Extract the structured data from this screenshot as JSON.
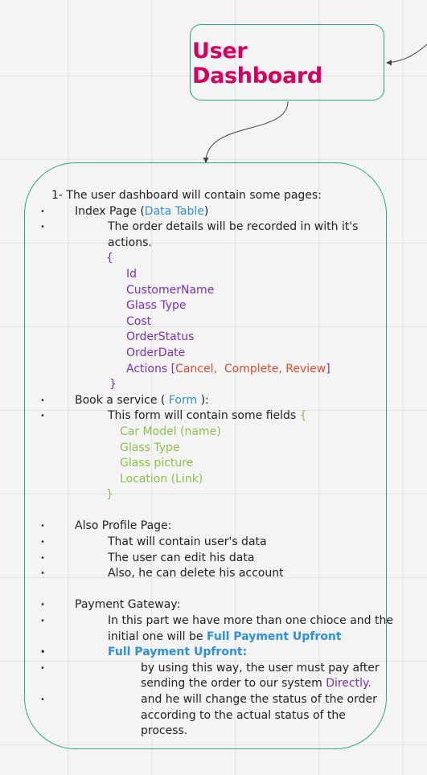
{
  "diagram": {
    "title": "User Dashboard",
    "intro": "1- The user dashboard will contain some pages:",
    "index_page": {
      "label_prefix": "Index Page (",
      "label_link": "Data Table",
      "label_suffix": ")",
      "detail_1": "The order details will be recorded in with it's",
      "detail_2": "actions.",
      "open_brace": "{",
      "fields": [
        "Id",
        "CustomerName",
        "Glass Type",
        "Cost",
        "OrderStatus",
        "OrderDate"
      ],
      "actions_prefix": "Actions [",
      "actions": [
        "Cancel",
        "Complete",
        "Review"
      ],
      "actions_suffix": "]",
      "close_brace": "}"
    },
    "book_service": {
      "label_prefix": "Book a service ( ",
      "label_link": "Form",
      "label_suffix": " ):",
      "detail": "This form will contain some fields ",
      "open_brace": "{",
      "fields": [
        "Car Model (name)",
        "Glass Type",
        "Glass picture",
        "Location (Link)"
      ],
      "close_brace": "}"
    },
    "profile_page": {
      "label": "Also Profile Page:",
      "items": [
        "That will contain user's data",
        "The user can edit his data",
        "Also, he can delete his account"
      ]
    },
    "payment": {
      "label": "Payment Gateway:",
      "detail_1": "In this part we have more than one chioce and the",
      "detail_2_prefix": "initial one will be ",
      "detail_2_bold": "Full Payment Upfront",
      "sub_heading": "Full Payment Upfront:",
      "sub_1_line1": "by using this way, the user must pay after",
      "sub_1_line2_prefix": "sending the order to our system ",
      "sub_1_line2_highlight": "Directly.",
      "sub_2_line1": "and he will change the status of the order",
      "sub_2_line2": "according to the actual status of the",
      "sub_2_line3": "process."
    }
  },
  "colors": {
    "title": "#d6005f",
    "border": "#2aa98a",
    "link_blue": "#2f8fe0",
    "field_purple": "#7a2ebf",
    "action_red": "#e24a2b",
    "form_green": "#8ac249"
  }
}
